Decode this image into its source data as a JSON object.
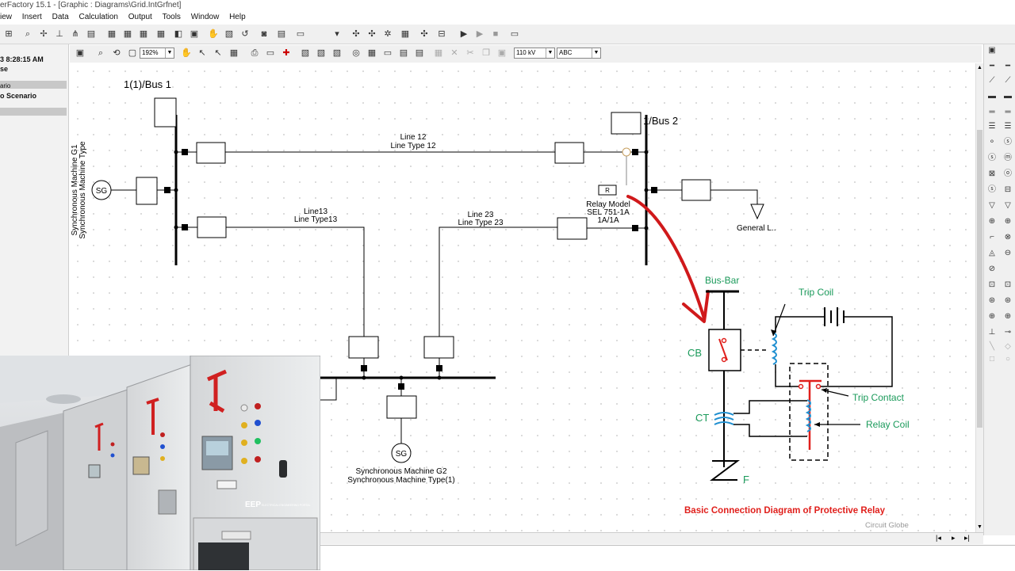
{
  "app": {
    "title": "erFactory 15.1 - [Graphic : Diagrams\\Grid.IntGrfnet]",
    "menu": [
      "iew",
      "Insert",
      "Data",
      "Calculation",
      "Output",
      "Tools",
      "Window",
      "Help"
    ]
  },
  "toolbar": {
    "zoom_value": "192%",
    "voltage_value": "110 kV",
    "phase_value": "ABC"
  },
  "left_panel": {
    "time": "3 8:28:15 AM",
    "row2": "se",
    "row3": "ario",
    "row4": "o Scenario"
  },
  "diagram": {
    "bus1_label": "1(1)/Bus 1",
    "bus2_label": "1/Bus 2",
    "line12_name": "Line 12",
    "line12_type": "Line Type 12",
    "line13_name": "Line13",
    "line13_type": "Line Type13",
    "line23_name": "Line 23",
    "line23_type": "Line Type 23",
    "relay_symbol": "R",
    "relay_line1": "Relay Model",
    "relay_line2": "SEL 751-1A",
    "relay_line3": "1A/1A",
    "load_label": "General L..",
    "sg_symbol": "SG",
    "g1_name": "Synchronous Machine G1",
    "g1_type": "Synchronous Machine Type",
    "g2_name": "Synchronous Machine G2",
    "g2_type": "Synchronous Machine Type(1)"
  },
  "relay_schematic": {
    "bus_bar": "Bus-Bar",
    "trip_coil": "Trip Coil",
    "cb": "CB",
    "trip_contact": "Trip Contact",
    "ct": "CT",
    "relay_coil": "Relay Coil",
    "fault": "F",
    "title": "Basic Connection Diagram of Protective Relay",
    "watermark": "Circuit Globe",
    "colors": {
      "green": "#1a9a5a",
      "red": "#e0201c",
      "blue": "#1f8fd0",
      "annotation": "#d0191b"
    }
  },
  "photo": {
    "logo": "EEP",
    "logo_sub": "ELECTRICAL ENGINEERING PORTAL"
  }
}
